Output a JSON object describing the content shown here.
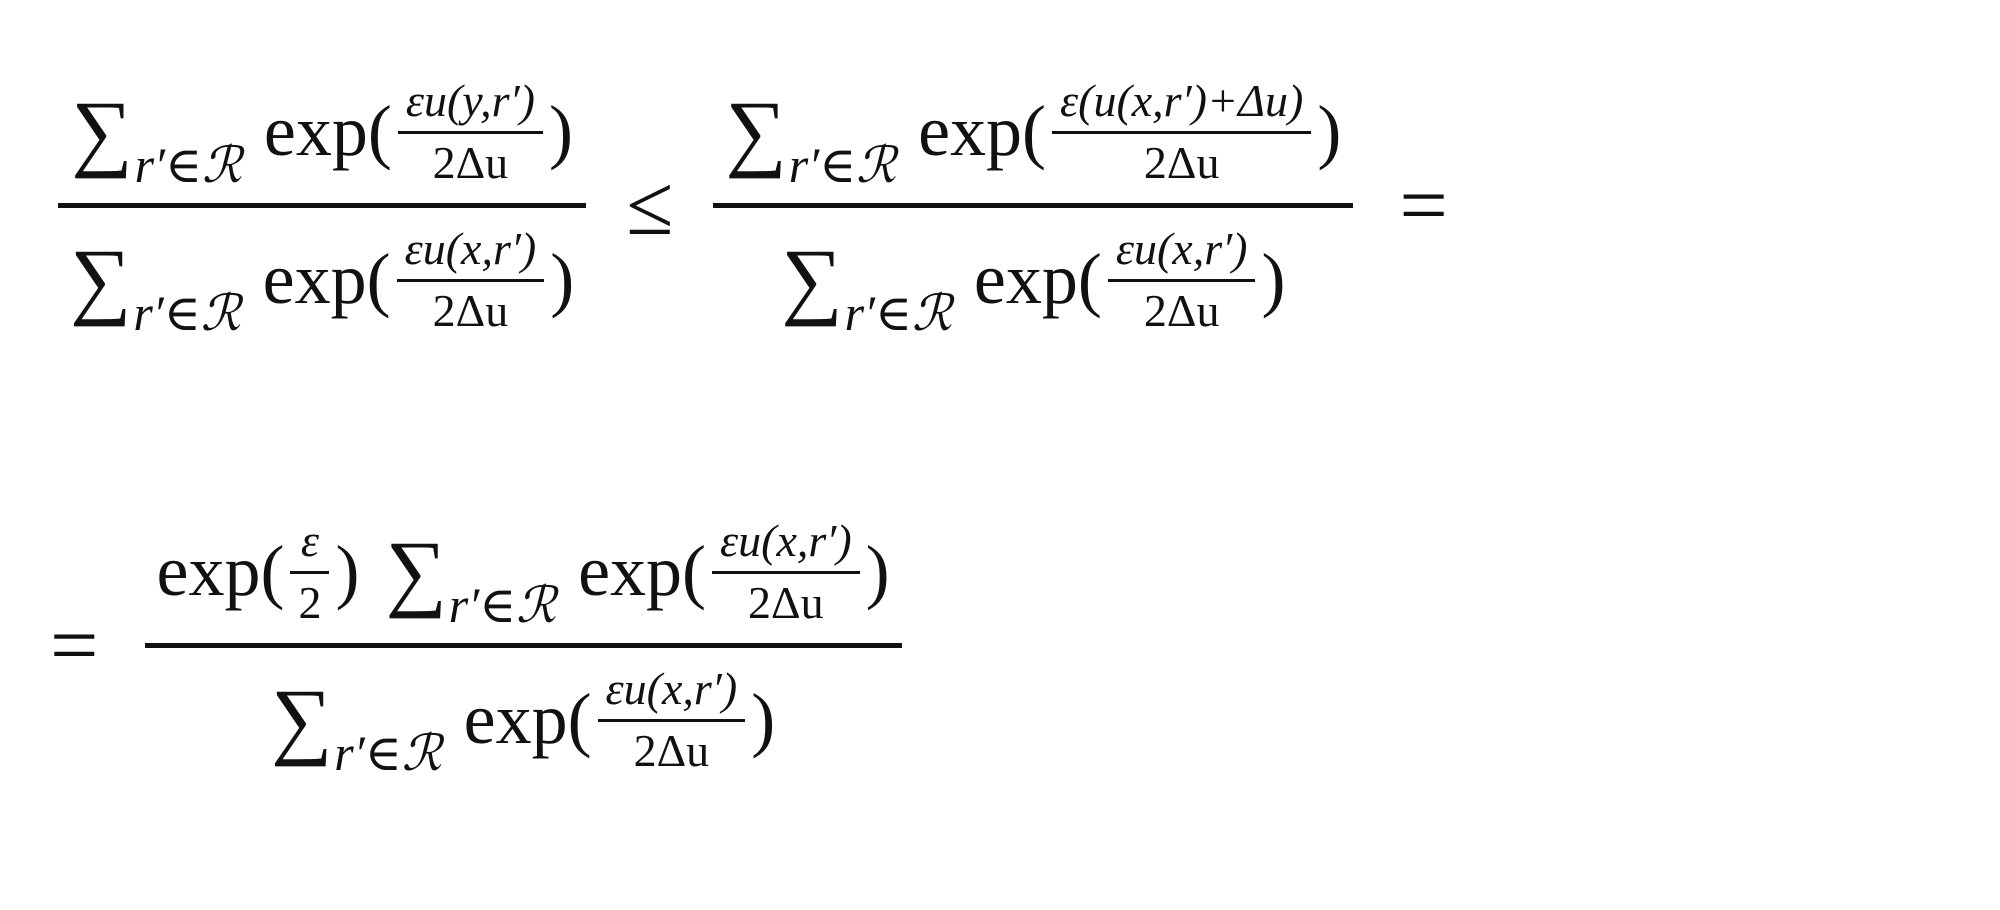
{
  "equation": {
    "line1": {
      "lhs": {
        "numerator": {
          "sum": {
            "symbol": "∑",
            "index": "r′",
            "in": "∈",
            "set": "ℛ"
          },
          "fn": "exp(",
          "frac": {
            "num": "εu(y,r′)",
            "den": "2Δu"
          },
          "close": ")"
        },
        "denominator": {
          "sum": {
            "symbol": "∑",
            "index": "r′",
            "in": "∈",
            "set": "ℛ"
          },
          "fn": "exp(",
          "frac": {
            "num": "εu(x,r′)",
            "den": "2Δu"
          },
          "close": ")"
        }
      },
      "relation": "≤",
      "rhs": {
        "numerator": {
          "sum": {
            "symbol": "∑",
            "index": "r′",
            "in": "∈",
            "set": "ℛ"
          },
          "fn": "exp(",
          "frac": {
            "num": "ε(u(x,r′)+Δu)",
            "den": "2Δu"
          },
          "close": ")"
        },
        "denominator": {
          "sum": {
            "symbol": "∑",
            "index": "r′",
            "in": "∈",
            "set": "ℛ"
          },
          "fn": "exp(",
          "frac": {
            "num": "εu(x,r′)",
            "den": "2Δu"
          },
          "close": ")"
        }
      },
      "trailing": "="
    },
    "line2": {
      "leading": "=",
      "numerator": {
        "prefix_fn": "exp(",
        "prefix_frac": {
          "num": "ε",
          "den": "2"
        },
        "prefix_close": ")",
        "sum": {
          "symbol": "∑",
          "index": "r′",
          "in": "∈",
          "set": "ℛ"
        },
        "fn": "exp(",
        "frac": {
          "num": "εu(x,r′)",
          "den": "2Δu"
        },
        "close": ")"
      },
      "denominator": {
        "sum": {
          "symbol": "∑",
          "index": "r′",
          "in": "∈",
          "set": "ℛ"
        },
        "fn": "exp(",
        "frac": {
          "num": "εu(x,r′)",
          "den": "2Δu"
        },
        "close": ")"
      }
    }
  }
}
